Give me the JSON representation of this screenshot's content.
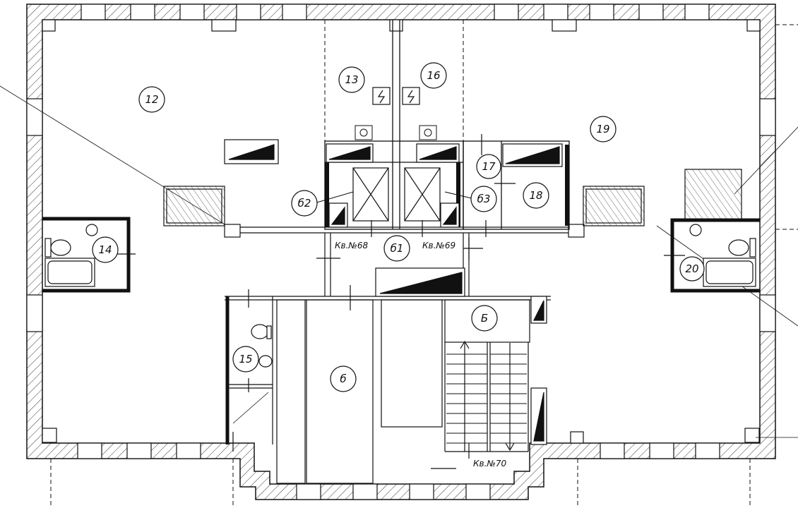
{
  "rooms": [
    {
      "id": "room-12",
      "label": "12"
    },
    {
      "id": "room-13",
      "label": "13"
    },
    {
      "id": "room-16",
      "label": "16"
    },
    {
      "id": "room-19",
      "label": "19"
    },
    {
      "id": "room-17",
      "label": "17"
    },
    {
      "id": "room-18",
      "label": "18"
    },
    {
      "id": "room-b2",
      "label": "б2"
    },
    {
      "id": "room-b3",
      "label": "б3"
    },
    {
      "id": "room-14",
      "label": "14"
    },
    {
      "id": "room-20",
      "label": "20"
    },
    {
      "id": "room-b1",
      "label": "б1"
    },
    {
      "id": "room-15",
      "label": "15"
    },
    {
      "id": "room-b",
      "label": "б"
    },
    {
      "id": "room-B",
      "label": "Б"
    }
  ],
  "apartments": [
    {
      "id": "apt-68",
      "label": "Кв.№68"
    },
    {
      "id": "apt-69",
      "label": "Кв.№69"
    },
    {
      "id": "apt-70",
      "label": "Кв.№70"
    }
  ],
  "colors": {
    "line": "#111111",
    "background": "#ffffff"
  }
}
